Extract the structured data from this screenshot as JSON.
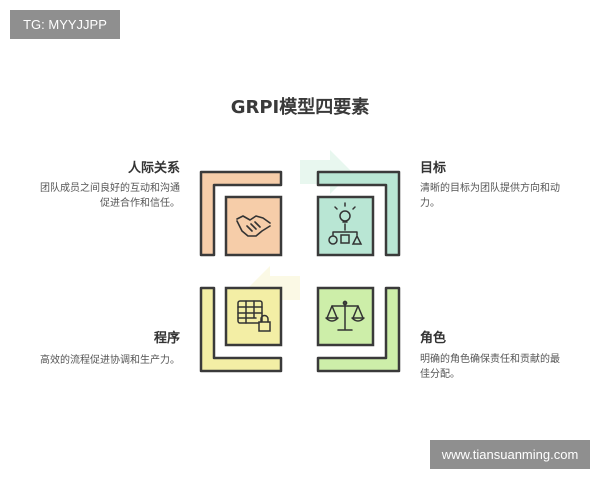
{
  "watermarks": {
    "tag": "TG: MYYJJPP",
    "site": "www.tiansuanming.com"
  },
  "title": "GRPI模型四要素",
  "quadrants": {
    "relationships": {
      "label": "人际关系",
      "desc_line1": "团队成员之间良好的互动和沟通",
      "desc_line2": "促进合作和信任。",
      "color": "#f6cda9",
      "icon": "handshake-icon"
    },
    "goals": {
      "label": "目标",
      "desc_line1": "清晰的目标为团队提供方向和动",
      "desc_line2": "力。",
      "color": "#b9e6d4",
      "icon": "lightbulb-org-icon"
    },
    "process": {
      "label": "程序",
      "desc_line1": "高效的流程促进协调和生产力。",
      "color": "#f3eea5",
      "icon": "calendar-lock-icon"
    },
    "roles": {
      "label": "角色",
      "desc_line1": "明确的角色确保责任和贡献的最",
      "desc_line2": "佳分配。",
      "color": "#cdeea9",
      "icon": "scales-icon"
    }
  }
}
